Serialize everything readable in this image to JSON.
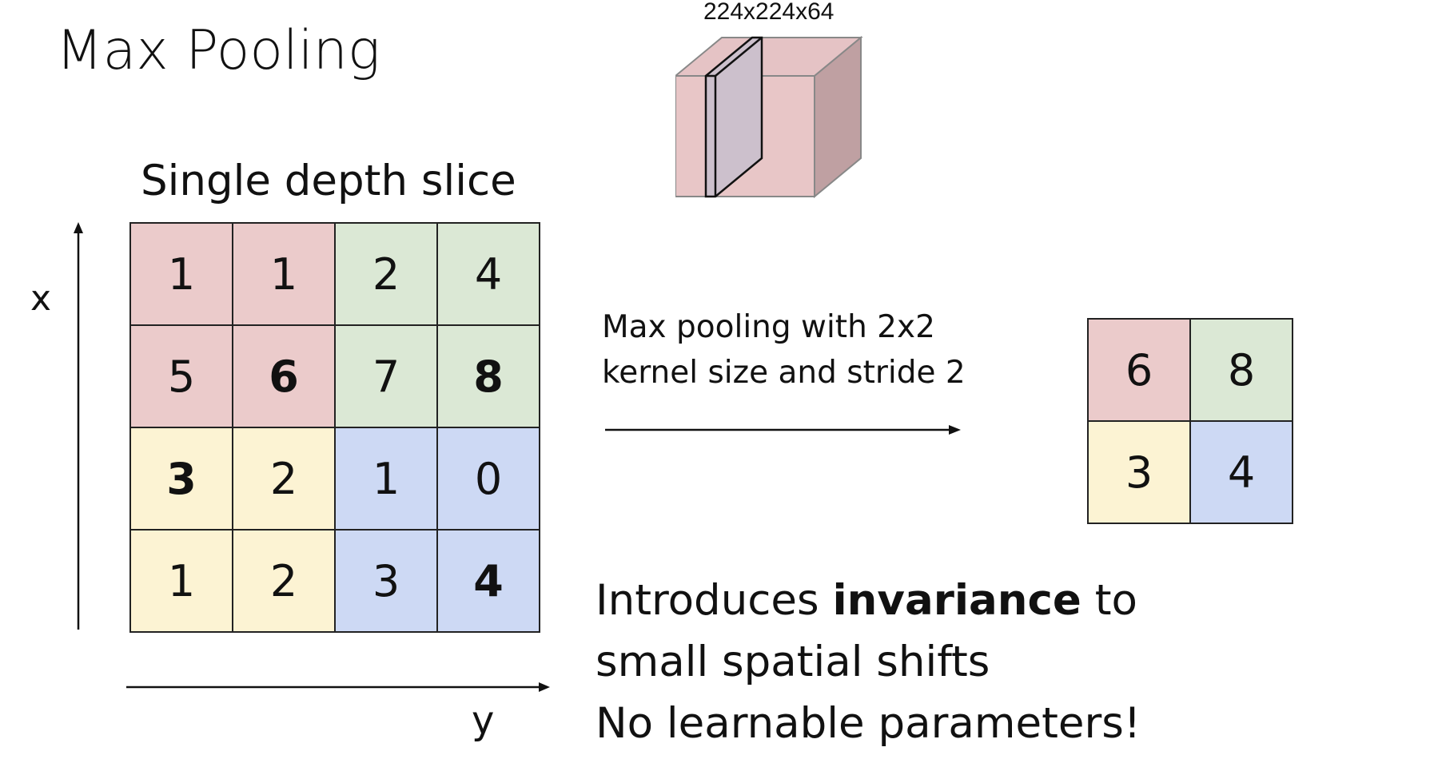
{
  "title": "Max Pooling",
  "volume": {
    "label": "224x224x64"
  },
  "input": {
    "title": "Single depth slice",
    "x_axis_label": "x",
    "y_axis_label": "y",
    "rows": [
      [
        {
          "value": "1",
          "bold": false,
          "color": "#ebcbcb"
        },
        {
          "value": "1",
          "bold": false,
          "color": "#ebcbcb"
        },
        {
          "value": "2",
          "bold": false,
          "color": "#dbe8d5"
        },
        {
          "value": "4",
          "bold": false,
          "color": "#dbe8d5"
        }
      ],
      [
        {
          "value": "5",
          "bold": false,
          "color": "#ebcbcb"
        },
        {
          "value": "6",
          "bold": true,
          "color": "#ebcbcb"
        },
        {
          "value": "7",
          "bold": false,
          "color": "#dbe8d5"
        },
        {
          "value": "8",
          "bold": true,
          "color": "#dbe8d5"
        }
      ],
      [
        {
          "value": "3",
          "bold": true,
          "color": "#fcf3d3"
        },
        {
          "value": "2",
          "bold": false,
          "color": "#fcf3d3"
        },
        {
          "value": "1",
          "bold": false,
          "color": "#cdd9f4"
        },
        {
          "value": "0",
          "bold": false,
          "color": "#cdd9f4"
        }
      ],
      [
        {
          "value": "1",
          "bold": false,
          "color": "#fcf3d3"
        },
        {
          "value": "2",
          "bold": false,
          "color": "#fcf3d3"
        },
        {
          "value": "3",
          "bold": false,
          "color": "#cdd9f4"
        },
        {
          "value": "4",
          "bold": true,
          "color": "#cdd9f4"
        }
      ]
    ]
  },
  "operation": {
    "line1": "Max pooling with 2x2",
    "line2": "kernel size and stride 2"
  },
  "output": {
    "rows": [
      [
        {
          "value": "6",
          "color": "#ebcbcb"
        },
        {
          "value": "8",
          "color": "#dbe8d5"
        }
      ],
      [
        {
          "value": "3",
          "color": "#fcf3d3"
        },
        {
          "value": "4",
          "color": "#cdd9f4"
        }
      ]
    ]
  },
  "notes": {
    "line1_prefix": "Introduces ",
    "line1_bold": "invariance",
    "line1_suffix": " to",
    "line2": "small spatial shifts",
    "line3": "No learnable parameters!"
  }
}
